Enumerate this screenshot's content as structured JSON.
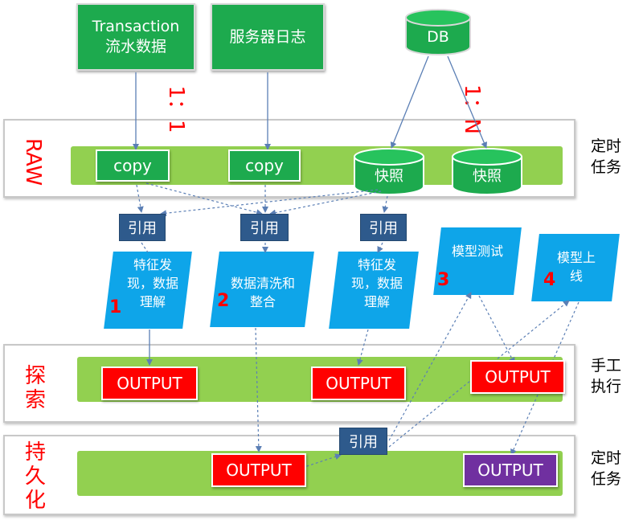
{
  "sources": {
    "transaction_line1": "Transaction",
    "transaction_line2": "流水数据",
    "server_log": "服务器日志",
    "db": "DB"
  },
  "ratios": {
    "one_to_one": "1：1",
    "one_to_n": "1：N"
  },
  "layers": {
    "raw": "RAW",
    "explore": "探索",
    "persist": "持久化"
  },
  "raw_band": {
    "copy1": "copy",
    "copy2": "copy",
    "snapshot1": "快照",
    "snapshot2": "快照"
  },
  "refs": {
    "ref1": "引用",
    "ref2": "引用",
    "ref3": "引用",
    "ref4": "引用"
  },
  "process": {
    "p1": {
      "num": "1",
      "text": "特征发现，数据理解"
    },
    "p2": {
      "num": "2",
      "text": "数据清洗和整合"
    },
    "p3": {
      "text": "特征发现，数据理解"
    },
    "p4": {
      "num": "3",
      "text": "模型测试"
    },
    "p5": {
      "num": "4",
      "text": "模型上线"
    }
  },
  "outputs": {
    "explore1": "OUTPUT",
    "explore2": "OUTPUT",
    "explore3": "OUTPUT",
    "persist1": "OUTPUT",
    "persist2": "OUTPUT"
  },
  "side_labels": {
    "raw": "定时任务",
    "explore": "手工执行",
    "persist": "定时任务"
  },
  "colors": {
    "source_green": "#1daa4e",
    "band_green": "#92d050",
    "ref_blue": "#2e5a8c",
    "process_blue": "#0ea5e9",
    "output_red": "#ff0000",
    "output_purple": "#7030a0",
    "label_red": "#ff0000"
  }
}
